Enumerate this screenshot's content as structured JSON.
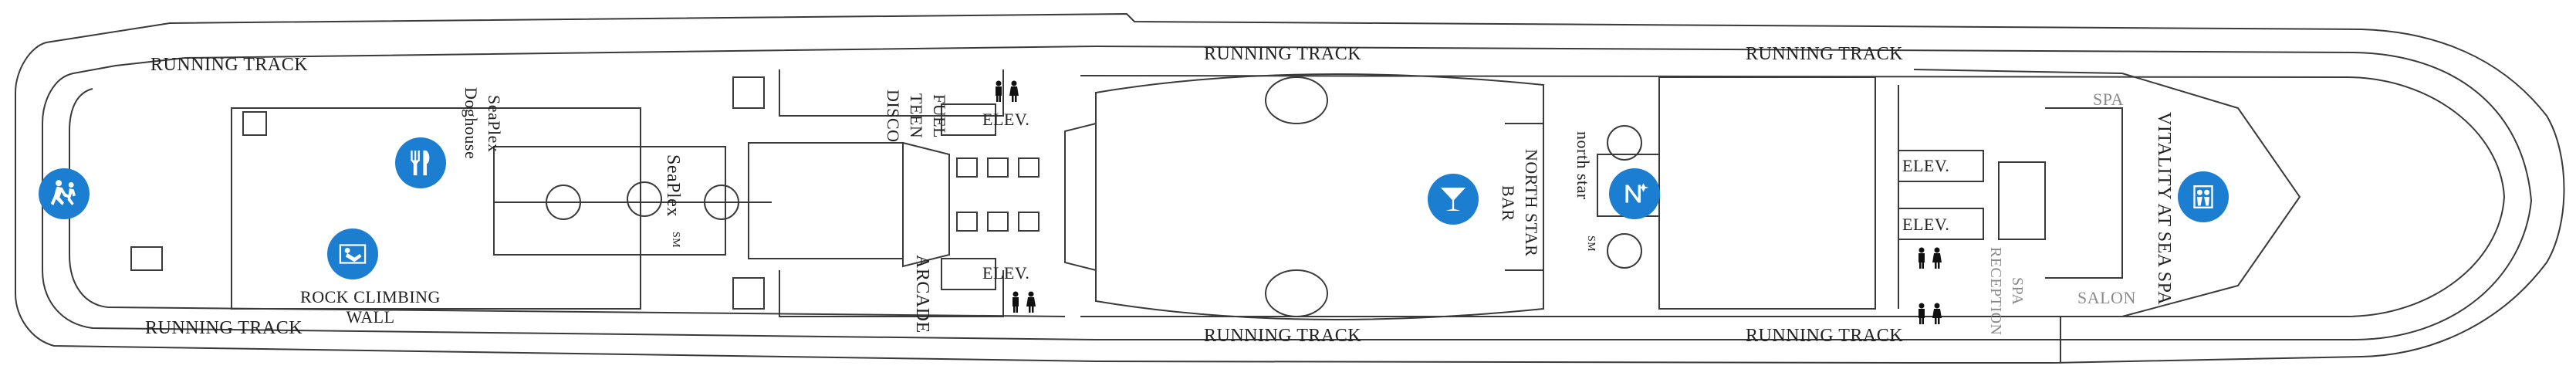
{
  "deck": {
    "labels": {
      "running_track_top_left": "RUNNING TRACK",
      "running_track_bottom_left": "RUNNING TRACK",
      "running_track_top_mid": "RUNNING TRACK",
      "running_track_top_right": "RUNNING TRACK",
      "running_track_bottom_mid": "RUNNING TRACK",
      "running_track_bottom_right": "RUNNING TRACK",
      "seaplex_doghouse": "SeaPlex Doghouse",
      "seaplex": "SeaPlex",
      "seaplex_sm": "SM",
      "fuel_teen_disco": "FUEL TEEN DISCO",
      "elev_1": "ELEV.",
      "elev_2": "ELEV.",
      "elev_3": "ELEV.",
      "elev_4": "ELEV.",
      "arcade": "ARCADE",
      "north_star_bar": "NORTH STAR BAR",
      "north_star": "north star",
      "north_star_sm": "SM",
      "rock_climbing_wall": "ROCK CLIMBING WALL",
      "spa": "SPA",
      "spa_reception": "SPA RECEPTION",
      "salon": "SALON",
      "vitality_at_sea_spa": "VITALITY AT SEA SPA"
    },
    "colors": {
      "outline": "#3a3a3a",
      "icon_blue": "#1c7ed1",
      "text": "#222222",
      "muted_text": "#8a8a8a"
    },
    "icons": [
      "running-track-icon",
      "dining-icon",
      "climbing-wall-icon",
      "bar-icon",
      "north-star-icon",
      "spa-icon",
      "restroom-icon"
    ]
  }
}
